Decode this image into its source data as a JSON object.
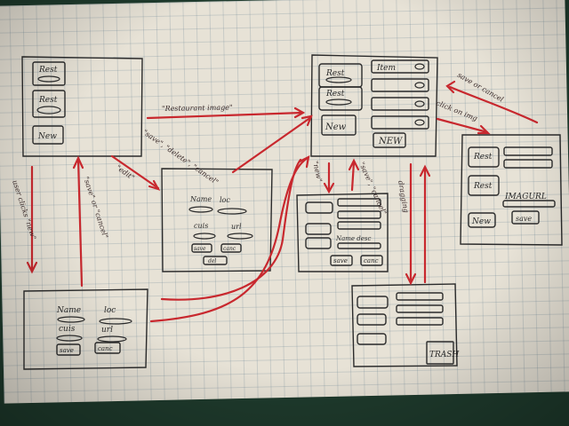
{
  "screens": {
    "restaurants": {
      "rest1": "Rest",
      "rest2": "Rest",
      "new": "New"
    },
    "edit_restaurant": {
      "name": "Name",
      "loc": "loc",
      "cuis": "cuis",
      "url": "url",
      "save": "save",
      "cancel": "canc",
      "del": "del"
    },
    "new_restaurant": {
      "name": "Name",
      "loc": "loc",
      "cuis": "cuis",
      "url": "url",
      "save": "save",
      "cancel": "canc"
    },
    "items": {
      "item": "Item",
      "rest1": "Rest",
      "rest2": "Rest",
      "new_left": "New",
      "new_btn": "NEW"
    },
    "new_item": {
      "name_desc": "Name desc",
      "save": "save",
      "cancel": "canc"
    },
    "image": {
      "rest1": "Rest",
      "rest2": "Rest",
      "img_url": "IMAGURL",
      "new": "New",
      "save": "save"
    },
    "trash": {
      "trash": "TRASH"
    }
  },
  "annotations": {
    "restaurant_image": "\"Restaurant image\"",
    "user_clicks_new": "user clicks \"new\"",
    "save_or_cancel_left": "\"save\" or \"cancel\"",
    "edit": "\"edit\"",
    "save_delete_cancel": "\"save\", \"delete\", \"cancel\"",
    "new": "\"new\"",
    "save_cancel_mid": "\"save\", \"cancel\"",
    "save_or_cancel_right": "save or cancel",
    "click_on_img": "click on img",
    "dragging": "dragging"
  }
}
